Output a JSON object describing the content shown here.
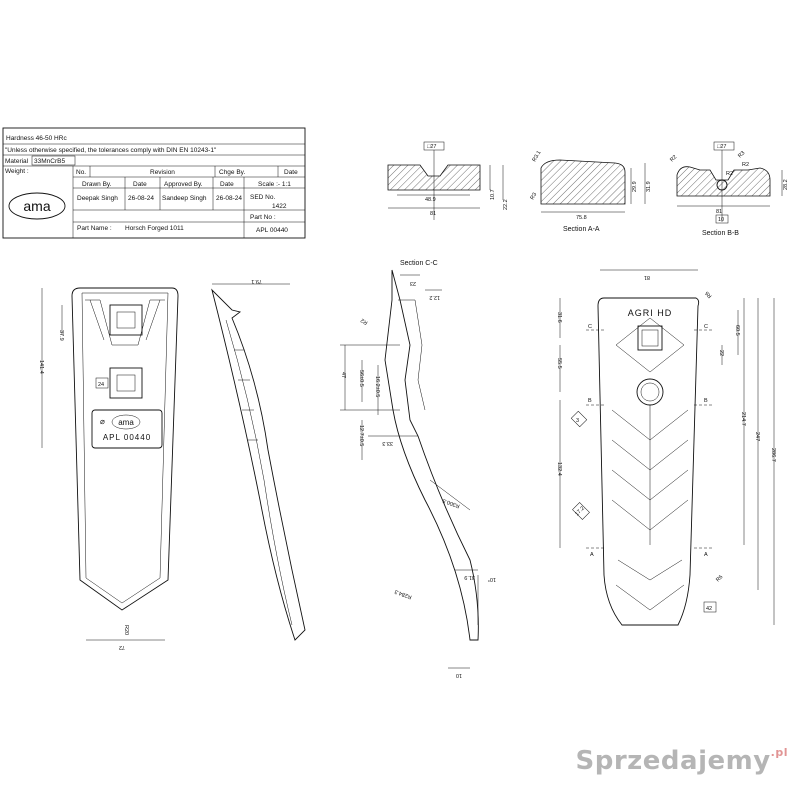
{
  "title_block": {
    "hardness": "Hardness 46-50 HRc",
    "tolerance_note": "\"Unless otherwise specified, the tolerances comply with DIN EN 10243-1\"",
    "material_label": "Material",
    "material_value": "33MnCrB5",
    "weight_label": "Weight :",
    "col_no": "No.",
    "col_revision": "Revision",
    "col_chge_by": "Chge By.",
    "col_date": "Date",
    "logo_text": "ama",
    "drawn_by_label": "Drawn By.",
    "date_label": "Date",
    "approved_by_label": "Approved By.",
    "date_label_2": "Date",
    "scale": "Scale :- 1:1",
    "drawn_by": "Deepak Singh",
    "drawn_date": "26-08-24",
    "approved_by": "Sandeep Singh",
    "approved_date": "26-08-24",
    "sed_no_label": "SED No.",
    "sed_no": "1422",
    "part_no_label": "Part No :",
    "part_name_label": "Part Name :",
    "part_name": "Horsch Forged 1011",
    "part_no": "APL 00440"
  },
  "views": {
    "front_left": {
      "marking_logo": "ama",
      "marking_part": "APL 00440",
      "dims": [
        "37.9",
        "141.4",
        "24",
        "72",
        "R20"
      ]
    },
    "side": {
      "dims": [
        "79.1"
      ]
    },
    "section_cc": {
      "title": "Section C-C",
      "dims": [
        "23",
        "12.2",
        "R2",
        "56±0.5",
        "16.2±0.5",
        "12.7±0.5",
        "33.3",
        "R300.5",
        "31.9",
        "R284.3",
        "10°",
        "10",
        "47"
      ]
    },
    "front_right": {
      "brand_text": "AGRI HD",
      "dims": [
        "81",
        "R6",
        "31.6",
        "60.5",
        "55.5",
        "22",
        "214.7",
        "247",
        "286.7",
        "132.4",
        "3",
        "17.2",
        "R6",
        "42"
      ],
      "section_marks": [
        "C",
        "C",
        "B",
        "B",
        "A",
        "A"
      ]
    },
    "section_top": {
      "dims": [
        "□27",
        "48.9",
        "81",
        "10.7",
        "22.2"
      ]
    },
    "section_aa": {
      "title": "Section A-A",
      "dims": [
        "R3.1",
        "R3",
        "29.9",
        "31.9",
        "75.8"
      ]
    },
    "section_bb": {
      "title": "Section B-B",
      "dims": [
        "□27",
        "R2",
        "R3",
        "R2",
        "R2",
        "28.2",
        "81",
        "10"
      ]
    }
  },
  "watermark": {
    "text": "Sprzedajemy",
    "suffix": ".pl"
  }
}
